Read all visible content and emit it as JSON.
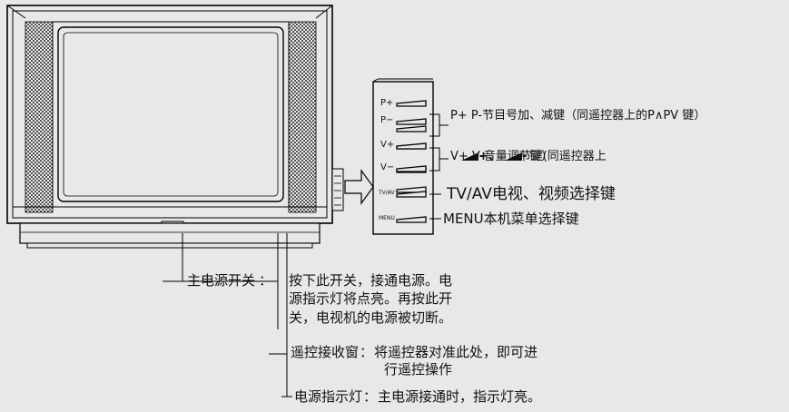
{
  "panel_buttons": {
    "p_plus": "P+",
    "p_minus": "P−",
    "v_plus": "V+",
    "v_minus": "V−",
    "tv_av": "TV/AV",
    "menu": "MENU"
  },
  "callouts": {
    "program": "P+ P-节目号加、减键（同遥控器上的P∧PV 键）",
    "volume_prefix": "V+ V-音量调节键(同遥控器上",
    "volume_plus": "+、",
    "volume_minus": "-",
    "volume_suffix": "键）",
    "tvav": "TV/AV电视、视频选择键",
    "menu": "MENU本机菜单选择键"
  },
  "power_switch": {
    "label": "主电源开关",
    "desc_line1": "按下此开关，接通电源。电",
    "desc_line2": "源指示灯将点亮。再按此开",
    "desc_line3": "关，电视机的电源被切断。"
  },
  "remote_window": {
    "label": "遥控接收窗",
    "desc_line1": "将遥控器对准此处，即可进",
    "desc_line2": "行遥控操作"
  },
  "power_led": {
    "label": "电源指示灯",
    "desc": "主电源接通时，指示灯亮。"
  },
  "colon": "："
}
